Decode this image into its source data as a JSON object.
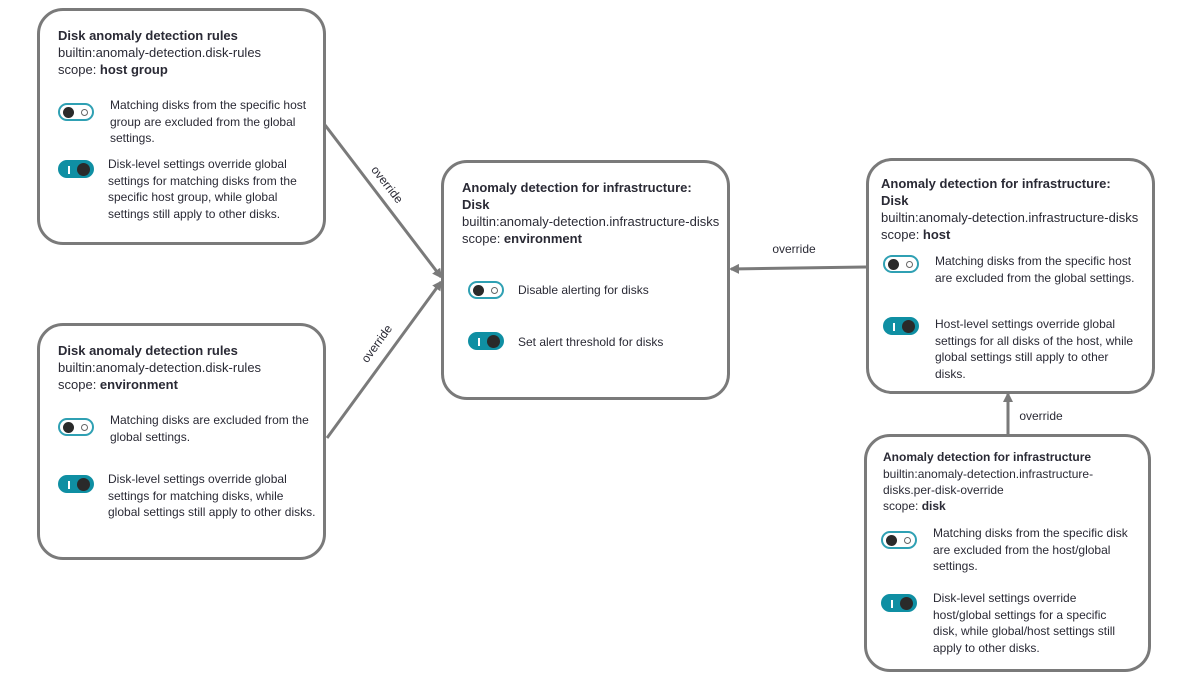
{
  "boxes": {
    "hostgroup": {
      "title": "Disk anomaly detection rules",
      "schema": "builtin:anomaly-detection.disk-rules",
      "scope_label": "scope: ",
      "scope_value": "host group",
      "toggle1_text": "Matching disks from the specific host group are excluded from the global settings.",
      "toggle2_text": "Disk-level settings override global settings for matching disks from the specific host group, while global settings still apply to other disks."
    },
    "environment_rules": {
      "title": "Disk anomaly detection rules",
      "schema": "builtin:anomaly-detection.disk-rules",
      "scope_label": "scope: ",
      "scope_value": "environment",
      "toggle1_text": "Matching disks are excluded from the global settings.",
      "toggle2_text": "Disk-level settings override global settings for matching disks, while global settings still apply to other disks."
    },
    "center": {
      "title": "Anomaly detection for infrastructure: Disk",
      "schema": "builtin:anomaly-detection.infrastructure-disks",
      "scope_label": "scope: ",
      "scope_value": "environment",
      "toggle1_text": "Disable alerting for disks",
      "toggle2_text": "Set alert threshold for disks"
    },
    "host": {
      "title": "Anomaly detection for infrastructure: Disk",
      "schema": "builtin:anomaly-detection.infrastructure-disks",
      "scope_label": "scope: ",
      "scope_value": "host",
      "toggle1_text": "Matching disks from the specific host are excluded from the global settings.",
      "toggle2_text": "Host-level settings override global settings for all disks of the host, while global settings still apply to other disks."
    },
    "disk": {
      "title": "Anomaly detection for infrastructure",
      "schema": "builtin:anomaly-detection.infrastructure-disks.per-disk-override",
      "scope_label": "scope: ",
      "scope_value": "disk",
      "toggle1_text": "Matching disks from the specific disk are excluded from the host/global settings.",
      "toggle2_text": "Disk-level settings override host/global settings for a specific disk, while global/host settings still apply to other disks."
    }
  },
  "edges": {
    "hostgroup_to_center": "override",
    "environment_to_center": "override",
    "host_to_center": "override",
    "disk_to_host": "override"
  },
  "colors": {
    "border": "#7a7a7a",
    "toggle_accent": "#0f8fa3"
  }
}
